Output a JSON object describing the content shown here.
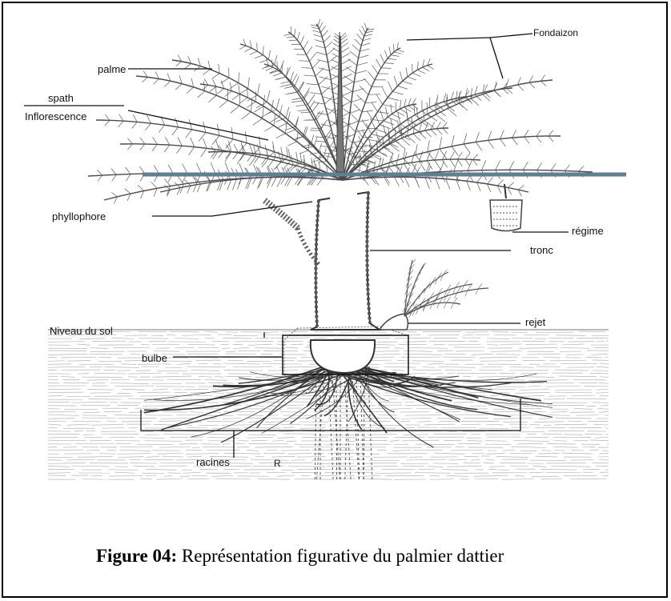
{
  "labels": {
    "fondaizon": "Fondaizon",
    "palme": "palme",
    "spath": "spath",
    "inflorescence": "Inflorescence",
    "phyllophore": "phyllophore",
    "regime": "régime",
    "tronc": "tronc",
    "rejet": "rejet",
    "niveau_du_sol": "Niveau du sol",
    "bulbe": "bulbe",
    "racines": "racines",
    "root_mark": "R"
  },
  "caption": {
    "number": "Figure 04:",
    "text": " Représentation figurative du palmier dattier"
  },
  "colors": {
    "ink": "#222222",
    "leaf": "#4a4a4a",
    "soil": "#9a9a9a",
    "guide_line": "#5f7f92"
  }
}
